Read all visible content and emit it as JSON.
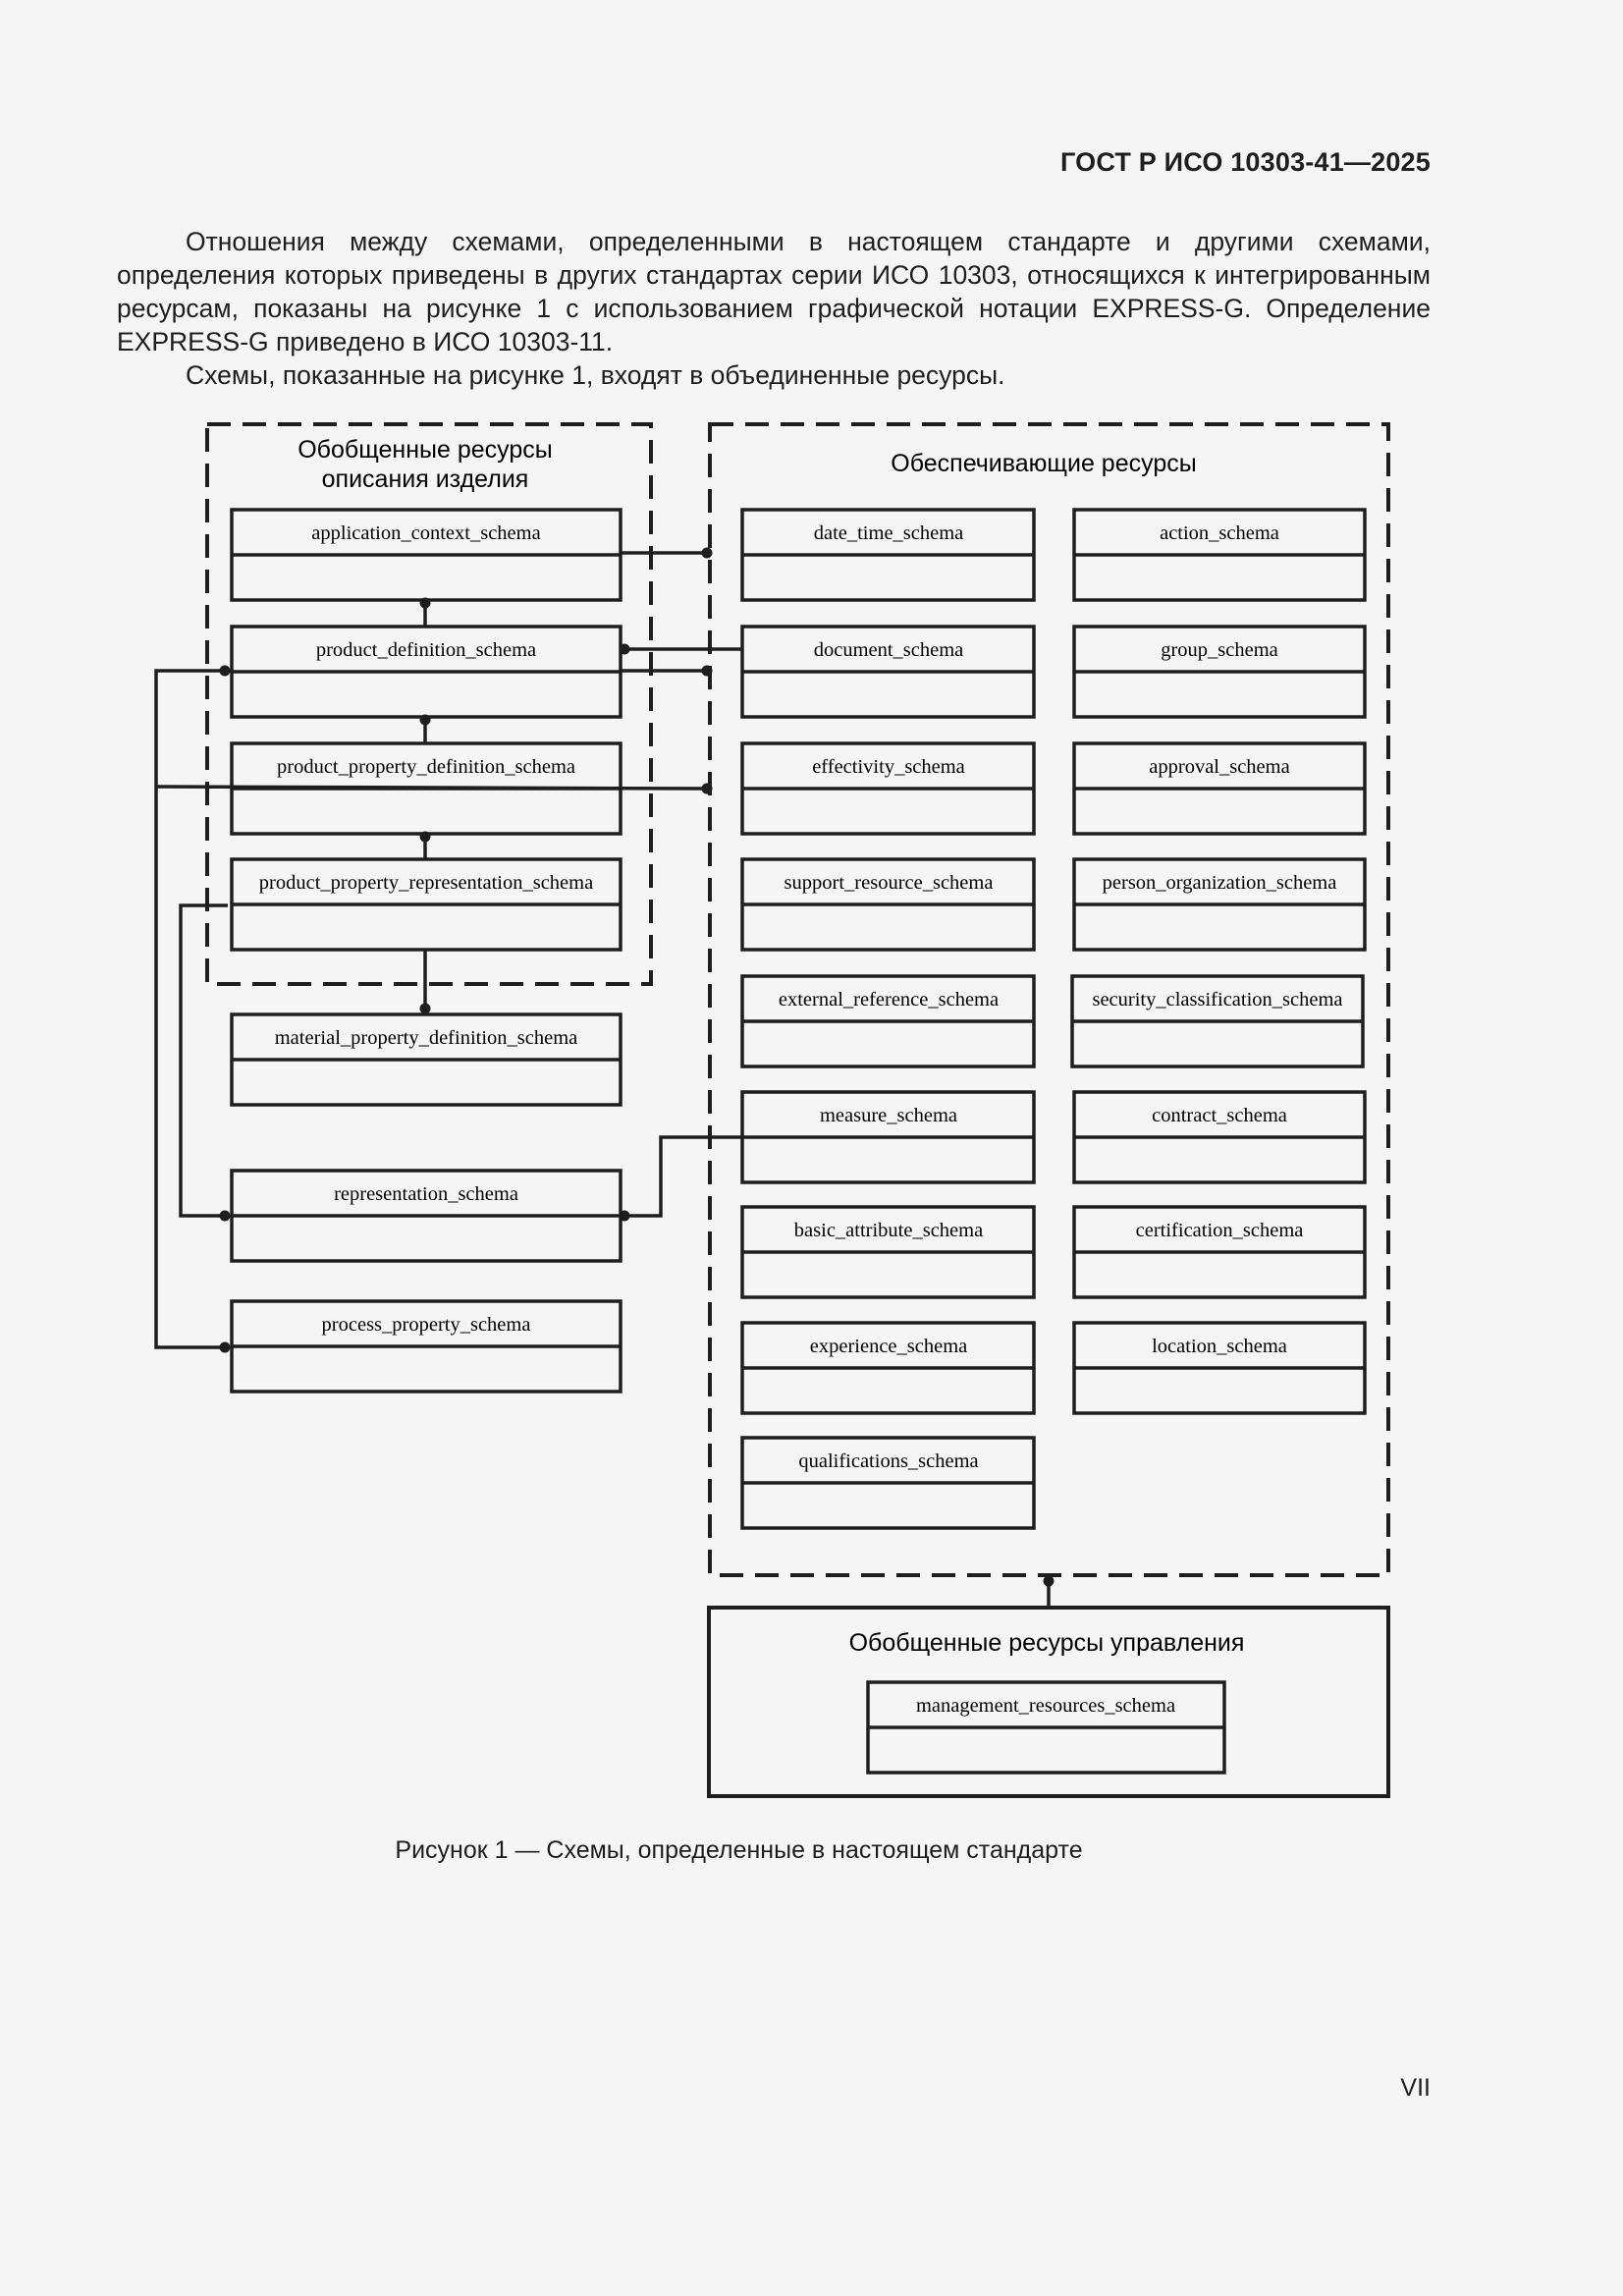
{
  "header": {
    "doc_code": "ГОСТ Р ИСО 10303-41—2025"
  },
  "body": {
    "paragraph_1": "Отношения между схемами, определенными в настоящем стандарте и другими схемами, определения которых приведены в других стандартах серии ИСО 10303, относящихся к интегрированным ресурсам, показаны на рисунке 1 с использованием графической нотации EXPRESS-G. Определение EXPRESS-G приведено в ИСО 10303-11.",
    "paragraph_2": "Схемы, показанные на рисунке 1, входят в объединенные ресурсы."
  },
  "figure": {
    "group_product": {
      "title_line1": "Обобщенные ресурсы",
      "title_line2": "описания изделия"
    },
    "group_support": {
      "title": "Обеспечивающие ресурсы"
    },
    "group_management": {
      "title": "Обобщенные ресурсы управления"
    },
    "schemas": {
      "application_context": "application_context_schema",
      "product_definition": "product_definition_schema",
      "product_property_definition": "product_property_definition_schema",
      "product_property_representation": "product_property_representation_schema",
      "material_property_definition": "material_property_definition_schema",
      "representation": "representation_schema",
      "process_property": "process_property_schema",
      "date_time": "date_time_schema",
      "document": "document_schema",
      "effectivity": "effectivity_schema",
      "support_resource": "support_resource_schema",
      "external_reference": "external_reference_schema",
      "measure": "measure_schema",
      "basic_attribute": "basic_attribute_schema",
      "experience": "experience_schema",
      "qualifications": "qualifications_schema",
      "action": "action_schema",
      "group": "group_schema",
      "approval": "approval_schema",
      "person_organization": "person_organization_schema",
      "security_classification": "security_classification_schema",
      "contract": "contract_schema",
      "certification": "certification_schema",
      "location": "location_schema",
      "management_resources": "management_resources_schema"
    },
    "caption": "Рисунок 1 — Схемы, определенные в настоящем стандарте"
  },
  "footer": {
    "page_number": "VII"
  }
}
